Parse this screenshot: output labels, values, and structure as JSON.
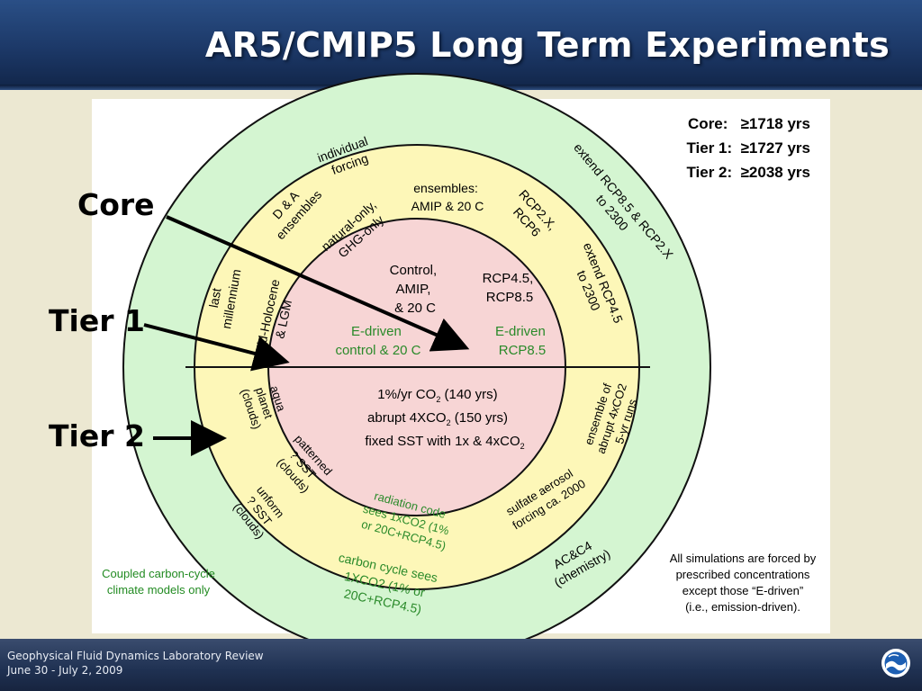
{
  "slide": {
    "title": "AR5/CMIP5 Long Term Experiments"
  },
  "footer": {
    "line1": "Geophysical Fluid Dynamics Laboratory Review",
    "line2": "June 30 - July 2, 2009",
    "logo_icon": "noaa-logo-icon"
  },
  "tier_labels": {
    "core": "Core",
    "tier1": "Tier 1",
    "tier2": "Tier 2"
  },
  "legend": {
    "core": "Core:   ≥1718 yrs",
    "tier1": "Tier 1:  ≥1727 yrs",
    "tier2": "Tier 2:  ≥2038 yrs"
  },
  "note": {
    "lines": [
      "All simulations are forced by",
      "prescribed concentrations",
      "except those “E-driven”",
      "(i.e., emission-driven)."
    ]
  },
  "coupled_note": {
    "lines": [
      "Coupled carbon-cycle",
      "climate models only"
    ]
  },
  "colors": {
    "core_fill": "#f7d5d5",
    "tier1_fill": "#fdf7b8",
    "tier2_fill": "#d4f5d1",
    "green_text": "#2a8a2a",
    "outline": "#111111"
  },
  "core": {
    "upper_left": [
      "Control,",
      "AMIP,",
      "& 20 C"
    ],
    "upper_right": [
      "RCP4.5,",
      "RCP8.5"
    ],
    "edriven_left": [
      "E-driven",
      "control & 20 C"
    ],
    "edriven_right": [
      "E-driven",
      "RCP8.5"
    ],
    "lower_1": {
      "text": "1%/yr CO",
      "sub": "2",
      "tail": " (140 yrs)"
    },
    "lower_2": {
      "text": "abrupt 4XCO",
      "sub": "2",
      "tail": " (150 yrs)"
    },
    "lower_3": {
      "text": "fixed SST with 1x & 4xCO",
      "sub": "2",
      "tail": ""
    }
  },
  "tier1": {
    "ensembles": [
      "ensembles:",
      "AMIP & 20 C"
    ],
    "natural_only": [
      "natural-only,",
      "GHG-only"
    ],
    "rcp2x": [
      "RCP2.X,",
      "RCP6"
    ],
    "extend_rcp45": [
      "extend RCP4.5",
      "to 2300"
    ],
    "mid_holocene": [
      "Mid-Holocene",
      "& LGM"
    ],
    "aqua_planet": [
      "aqua",
      "planet",
      "(clouds)"
    ],
    "ensemble_abrupt": [
      "ensemble of",
      "abrupt 4xCO2",
      "5-yr runs"
    ],
    "patterned_sst": [
      "patterned",
      "? SST",
      "(clouds)"
    ],
    "radiation_code": [
      "radiation code",
      "sees 1xCO2 (1%",
      "or 20C+RCP4.5)"
    ],
    "sulfate_aerosol": [
      "sulfate aerosol",
      "forcing ca. 2000"
    ]
  },
  "tier2": {
    "individual_forcing": [
      "individual",
      "forcing"
    ],
    "da_ensembles": [
      "D & A",
      "ensembles"
    ],
    "extend_rcp85": [
      "extend RCP8.5 & RCP2.X",
      "to 2300"
    ],
    "last_millennium": [
      "last",
      "millennium"
    ],
    "uniform_sst": [
      "unform",
      "? SST",
      "(clouds)"
    ],
    "carbon_cycle": [
      "carbon cycle sees",
      "1XCO2 (1% or",
      "20C+RCP4.5)"
    ],
    "acc4": [
      "AC&C4",
      "(chemistry)"
    ]
  }
}
